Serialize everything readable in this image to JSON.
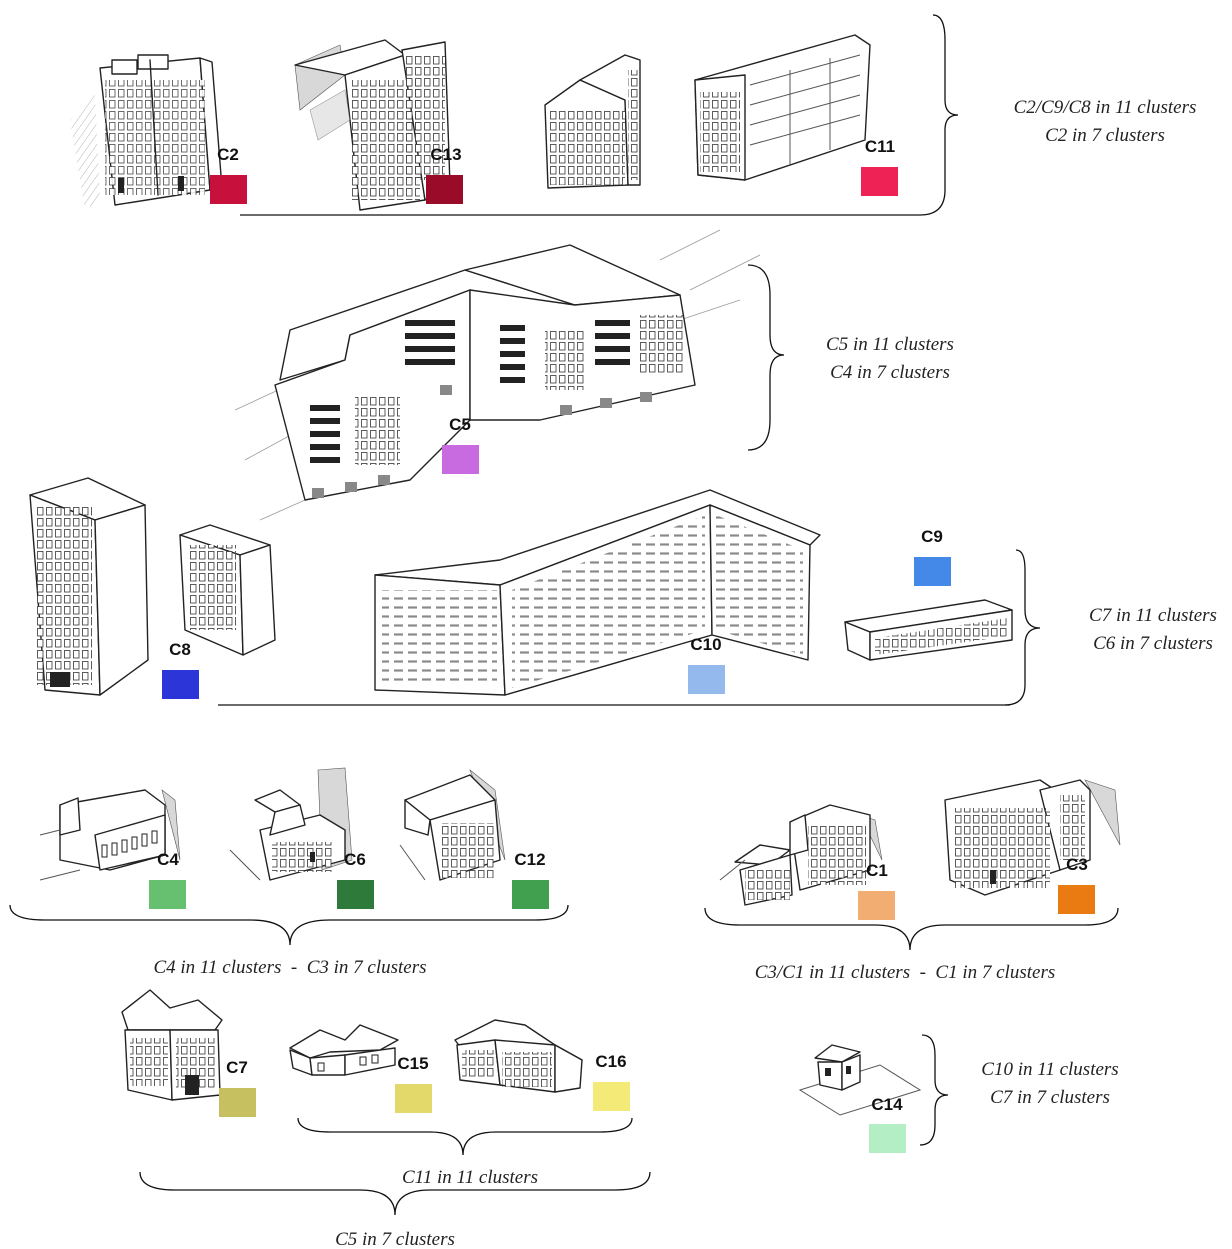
{
  "clusters": [
    {
      "id": "C2",
      "label": "C2",
      "color": "#c8103d"
    },
    {
      "id": "C13",
      "label": "C13",
      "color": "#9a0b2a"
    },
    {
      "id": "C11",
      "label": "C11",
      "color": "#ef2256"
    },
    {
      "id": "C5",
      "label": "C5",
      "color": "#c86be0"
    },
    {
      "id": "C8",
      "label": "C8",
      "color": "#2c36d8"
    },
    {
      "id": "C10",
      "label": "C10",
      "color": "#94b9ec"
    },
    {
      "id": "C9",
      "label": "C9",
      "color": "#4488e8"
    },
    {
      "id": "C4",
      "label": "C4",
      "color": "#66c070"
    },
    {
      "id": "C6",
      "label": "C6",
      "color": "#2d7a3b"
    },
    {
      "id": "C12",
      "label": "C12",
      "color": "#40a050"
    },
    {
      "id": "C1",
      "label": "C1",
      "color": "#f2ae72"
    },
    {
      "id": "C3",
      "label": "C3",
      "color": "#ea7b12"
    },
    {
      "id": "C7",
      "label": "C7",
      "color": "#c6c060"
    },
    {
      "id": "C15",
      "label": "C15",
      "color": "#e3d86a"
    },
    {
      "id": "C16",
      "label": "C16",
      "color": "#f4ea78"
    },
    {
      "id": "C14",
      "label": "C14",
      "color": "#b4eec4"
    }
  ],
  "groups": {
    "top": {
      "line1": "C2/C9/C8 in 11 clusters",
      "line2": "C2 in 7 clusters"
    },
    "courtyard": {
      "line1": "C5 in 11 clusters",
      "line2": "C4 in 7 clusters"
    },
    "large": {
      "line1": "C7 in 11 clusters",
      "line2": "C6 in 7 clusters"
    },
    "terraced": {
      "line1": "C4 in 11 clusters  -  C3 in 7 clusters"
    },
    "townhouses": {
      "line1": "C3/C1 in 11 clusters  -  C1 in 7 clusters"
    },
    "detached": {
      "line1": "C10 in 11 clusters",
      "line2": "C7 in 7 clusters"
    },
    "villas": {
      "line1": "C11 in 11 clusters"
    },
    "houses": {
      "line1": "C5 in 7 clusters"
    }
  }
}
